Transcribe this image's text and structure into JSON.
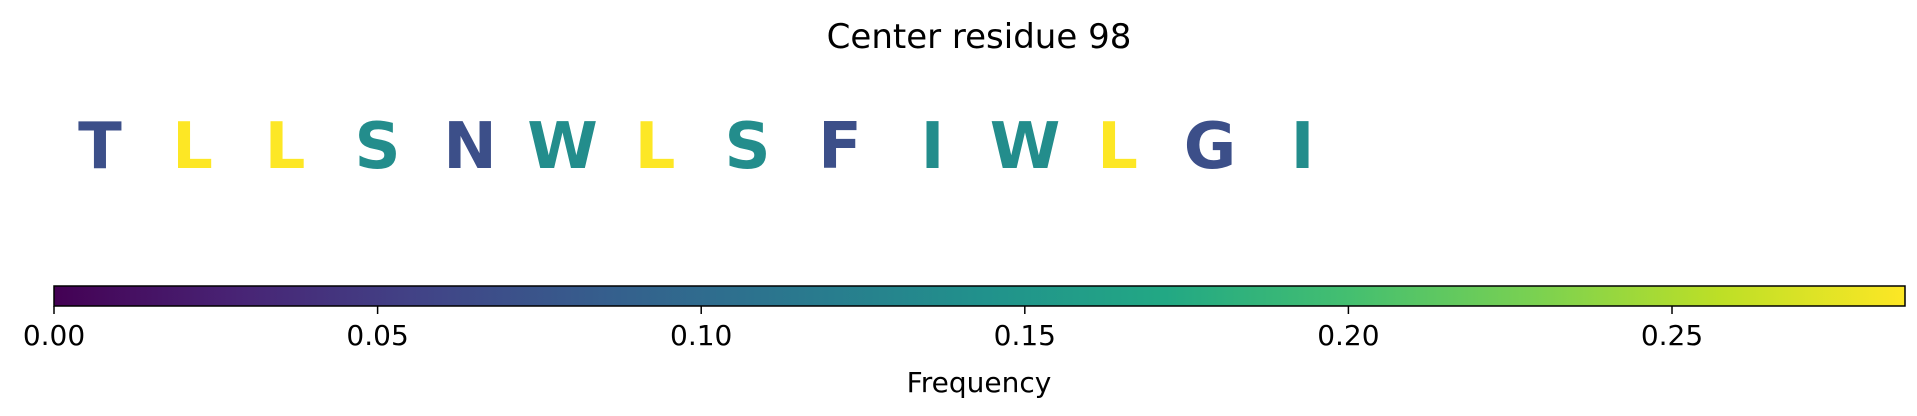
{
  "chart_data": {
    "type": "heatmap",
    "title": "Center residue 98",
    "residues": [
      {
        "letter": "T",
        "value": 0.069
      },
      {
        "letter": "L",
        "value": 0.286
      },
      {
        "letter": "L",
        "value": 0.286
      },
      {
        "letter": "S",
        "value": 0.138
      },
      {
        "letter": "N",
        "value": 0.069
      },
      {
        "letter": "W",
        "value": 0.138
      },
      {
        "letter": "L",
        "value": 0.286
      },
      {
        "letter": "S",
        "value": 0.138
      },
      {
        "letter": "F",
        "value": 0.069
      },
      {
        "letter": "I",
        "value": 0.138
      },
      {
        "letter": "W",
        "value": 0.138
      },
      {
        "letter": "L",
        "value": 0.286
      },
      {
        "letter": "G",
        "value": 0.069
      },
      {
        "letter": "I",
        "value": 0.138
      }
    ],
    "colorbar": {
      "label": "Frequency",
      "range": [
        0,
        0.286
      ],
      "ticks": [
        0.0,
        0.05,
        0.1,
        0.15,
        0.2,
        0.25
      ],
      "tick_labels": [
        "0.00",
        "0.05",
        "0.10",
        "0.15",
        "0.20",
        "0.25"
      ],
      "colormap": "viridis"
    }
  }
}
